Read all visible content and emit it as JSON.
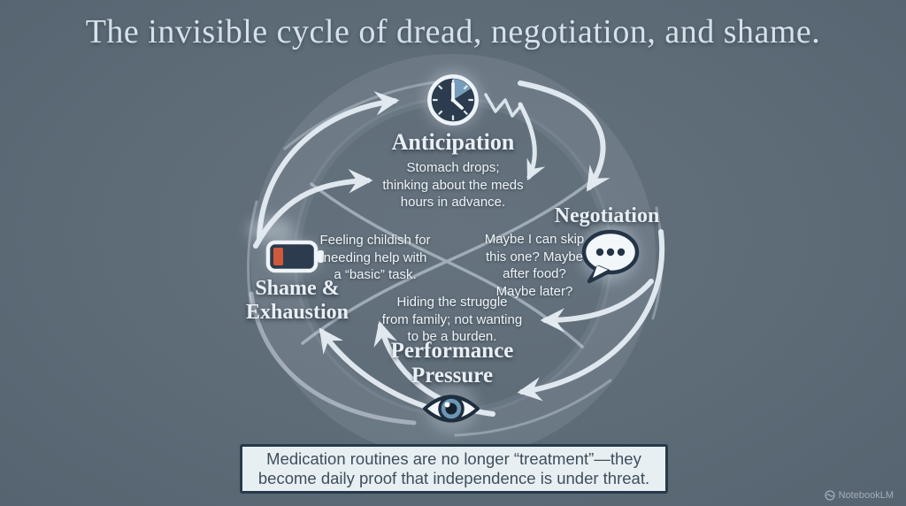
{
  "title": "The invisible cycle of dread, negotiation, and shame.",
  "stages": {
    "anticipation": {
      "label": "Anticipation",
      "description": "Stomach drops;\nthinking about the meds\nhours in advance.",
      "icon": "clock-icon"
    },
    "negotiation": {
      "label": "Negotiation",
      "description": "Maybe I can skip\nthis one? Maybe\nafter food?\nMaybe later?",
      "icon": "speech-bubble-icon"
    },
    "performance_pressure": {
      "label": "Performance\nPressure",
      "description": "Hiding the struggle\nfrom family; not wanting\nto be a burden.",
      "icon": "eye-icon"
    },
    "shame_exhaustion": {
      "label": "Shame &\nExhaustion",
      "description": "Feeling childish for\nneeding help with\na “basic” task.",
      "icon": "low-battery-icon"
    }
  },
  "caption": "Medication routines are no longer “treatment”—they\nbecome daily proof that independence is under threat.",
  "watermark": "NotebookLM",
  "colors": {
    "background": "#5d6b77",
    "arrow": "#e6eef5",
    "title_text": "#d6e1ea",
    "heading_text": "#e9eff4",
    "caption_bg": "#e8eff3",
    "caption_border": "#263a4b",
    "caption_text": "#3e4e5a",
    "battery_charge": "#cf5a3a",
    "icon_dark": "#2c3b4d",
    "clock_wedge": "#7fa8c9",
    "eye_iris": "#6d96b4"
  }
}
